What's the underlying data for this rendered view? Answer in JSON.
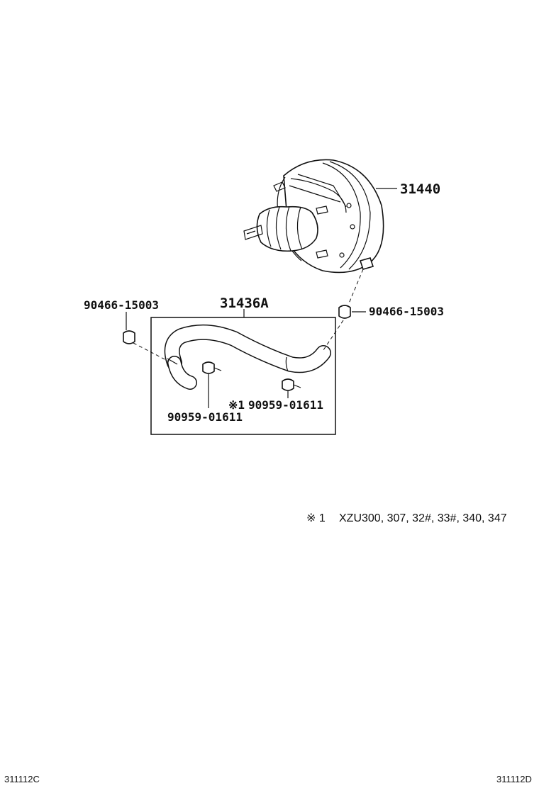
{
  "parts": {
    "booster": "31440",
    "hose_assy": "31436A",
    "clamp_left": "90466-15003",
    "clamp_right": "90466-15003",
    "clip_lower": "90959-01611",
    "clip_upper_mark": "※1",
    "clip_upper": "90959-01611"
  },
  "footnote": {
    "mark": "※ 1",
    "text": "XZU300, 307, 32#, 33#, 340, 347"
  },
  "codes": {
    "left": "311112C",
    "right": "311112D"
  }
}
